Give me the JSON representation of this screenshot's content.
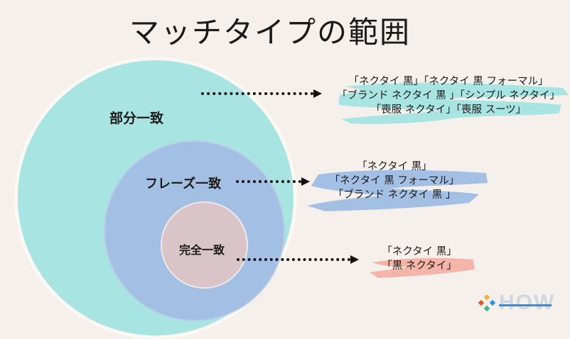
{
  "title": "マッチタイプの範囲",
  "circles": {
    "outer": {
      "label": "部分一致",
      "color": "#a8e4e2"
    },
    "middle": {
      "label": "フレーズ一致",
      "color": "#a4bfe4"
    },
    "inner": {
      "label": "完全一致",
      "color": "#d9c4c8"
    }
  },
  "keywords": {
    "partial": {
      "lines": [
        "「ネクタイ 黒」「ネクタイ 黒 フォーマル」",
        "「ブランド ネクタイ 黒 」「シンプル ネクタイ」",
        "「喪服 ネクタイ」「喪服 スーツ」"
      ],
      "highlight_color": "#a8e4e2"
    },
    "phrase": {
      "lines": [
        "「ネクタイ 黒」",
        "「ネクタイ 黒 フォーマル」",
        "「ブランド ネクタイ 黒 」"
      ],
      "highlight_color": "#a4bfe4"
    },
    "exact": {
      "lines": [
        "「ネクタイ 黒」",
        "「黒 ネクタイ」"
      ],
      "highlight_color": "#f4b5a8"
    }
  },
  "logo": {
    "text": "HOW"
  }
}
